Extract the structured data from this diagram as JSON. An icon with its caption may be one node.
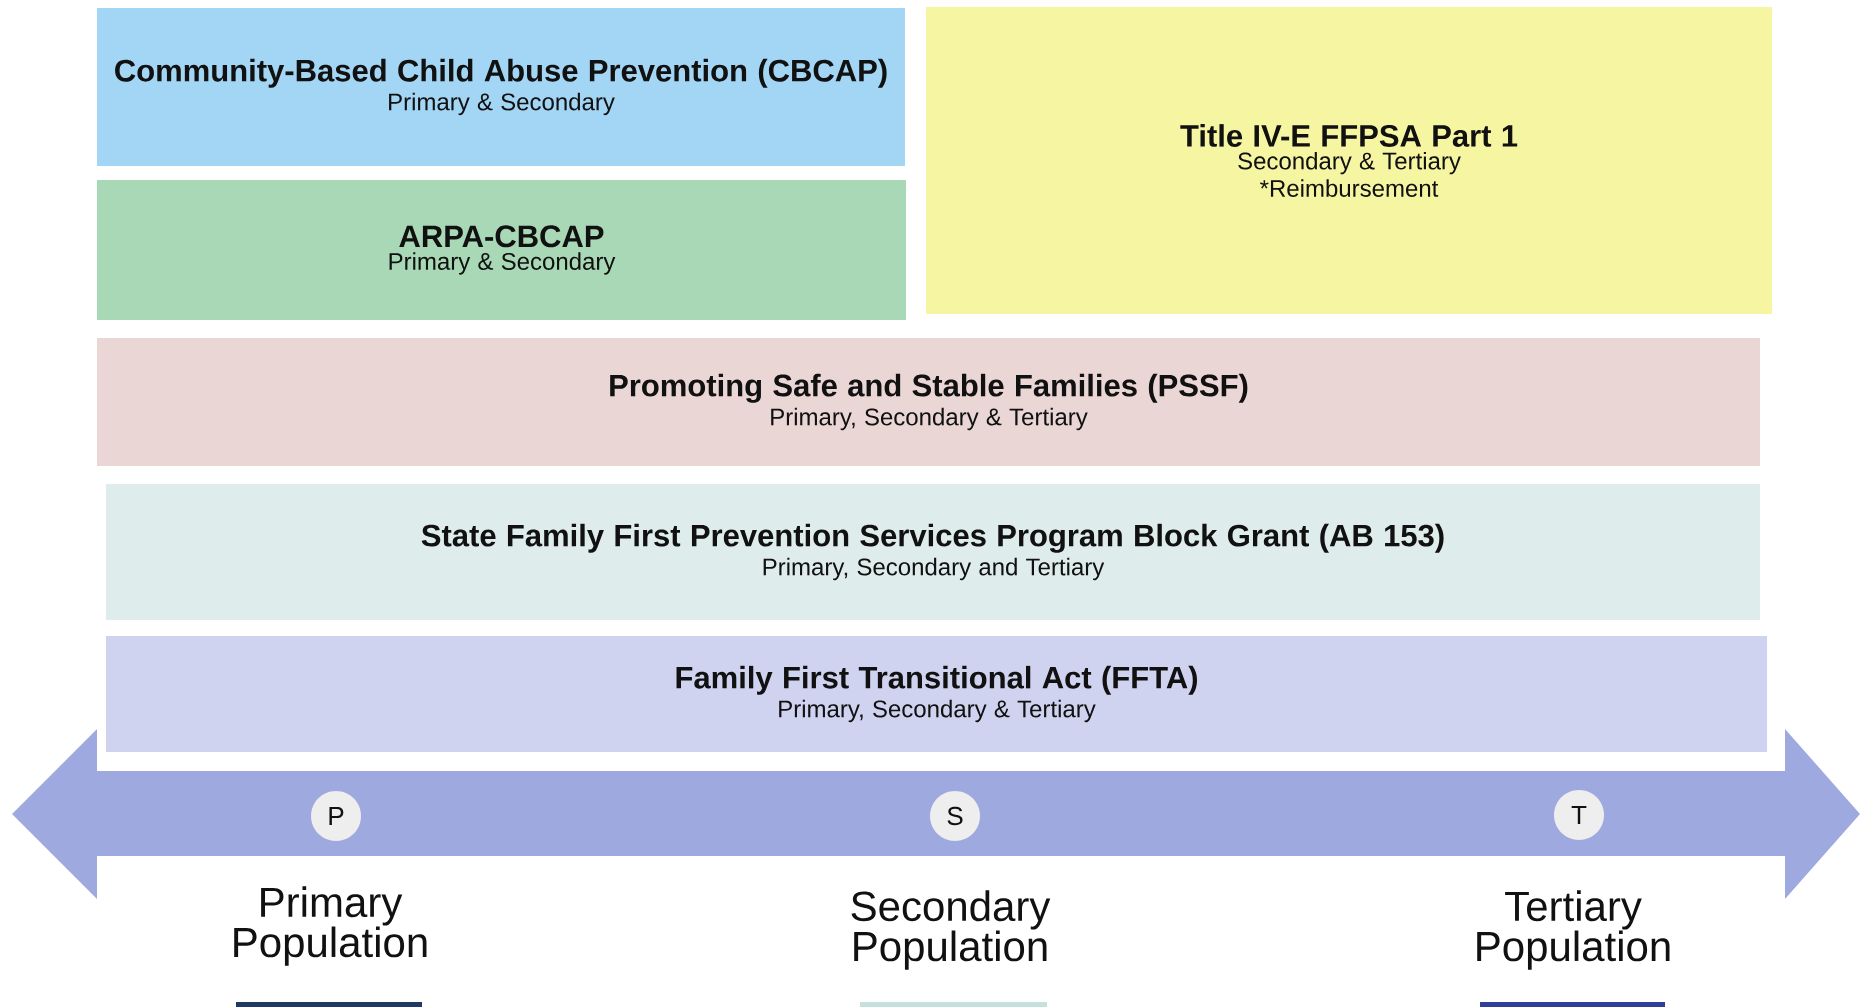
{
  "diagram": {
    "nodes": [
      {
        "text": [
          "Community-Based Child Abuse Prevention (CBCAP)",
          "Primary & Secondary"
        ]
      },
      {
        "text": [
          "ARPA-CBCAP",
          "Primary & Secondary"
        ]
      },
      {
        "text": [
          "Title IV-E FFPSA Part 1",
          "Secondary & Tertiary",
          "*Reimbursement"
        ]
      },
      {
        "text": [
          "Promoting Safe and Stable Families (PSSF)",
          "Primary, Secondary & Tertiary"
        ]
      },
      {
        "text": [
          "State Family First Prevention Services Program Block Grant (AB 153)",
          "Primary, Secondary and Tertiary"
        ]
      },
      {
        "text": [
          "Family First Transitional Act (FFTA)",
          "Primary, Secondary & Tertiary"
        ]
      },
      {
        "text": [
          "P"
        ],
        "beside": [
          "Primary Population"
        ]
      },
      {
        "text": [
          "S"
        ],
        "beside": [
          "Secondary Population"
        ]
      },
      {
        "text": [
          "T"
        ],
        "beside": [
          "Tertiary Population"
        ]
      }
    ]
  }
}
